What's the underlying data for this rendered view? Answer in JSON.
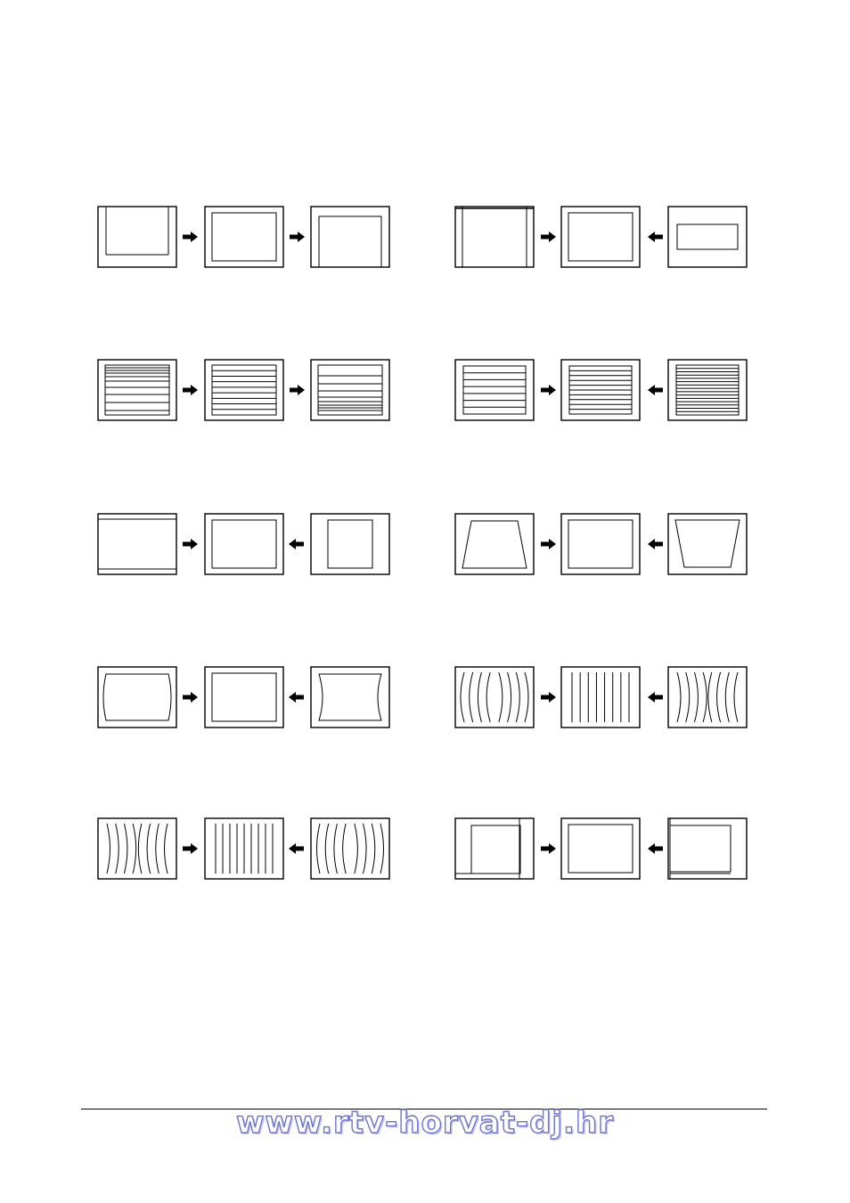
{
  "footer": {
    "url_text": "www.rtv-horvat-dj.hr"
  },
  "colors": {
    "line": "#000000",
    "watermark": "#6e73cf"
  },
  "rows": [
    {
      "left": {
        "id": "raster-left-1",
        "arrows": [
          "right",
          "right"
        ],
        "screens": [
          "tall-raster",
          "correct",
          "raster-shifted-down"
        ]
      },
      "right": {
        "id": "raster-right-1",
        "arrows": [
          "right",
          "left"
        ],
        "screens": [
          "full-height-narrow",
          "correct",
          "small-raster"
        ]
      }
    },
    {
      "left": {
        "id": "vlin-left",
        "arrows": [
          "right",
          "right"
        ],
        "screens": [
          "lines-compressed-top",
          "lines-even",
          "lines-compressed-bottom"
        ]
      },
      "right": {
        "id": "vlin-right",
        "arrows": [
          "right",
          "left"
        ],
        "screens": [
          "lines-sparse",
          "lines-even-dense",
          "lines-very-dense"
        ]
      }
    },
    {
      "left": {
        "id": "hsize-left",
        "arrows": [
          "right",
          "left"
        ],
        "screens": [
          "overscan-horizontal",
          "correct",
          "narrow-raster"
        ]
      },
      "right": {
        "id": "trap-right",
        "arrows": [
          "right",
          "left"
        ],
        "screens": [
          "trapezoid-wide-bottom",
          "correct",
          "trapezoid-wide-top"
        ]
      }
    },
    {
      "left": {
        "id": "pin-left",
        "arrows": [
          "right",
          "left"
        ],
        "screens": [
          "barrel",
          "correct",
          "pincushion"
        ]
      },
      "right": {
        "id": "bow-right",
        "arrows": [
          "right",
          "left"
        ],
        "screens": [
          "bow-lines-outward",
          "vertical-lines",
          "bow-lines-inward"
        ]
      }
    },
    {
      "left": {
        "id": "curve-left",
        "arrows": [
          "right",
          "left"
        ],
        "screens": [
          "curve-lines-outward",
          "vertical-lines-dense",
          "curve-lines-inward"
        ]
      },
      "right": {
        "id": "hpos-right",
        "arrows": [
          "right",
          "left"
        ],
        "screens": [
          "shifted-right",
          "correct",
          "shifted-left"
        ]
      }
    }
  ]
}
